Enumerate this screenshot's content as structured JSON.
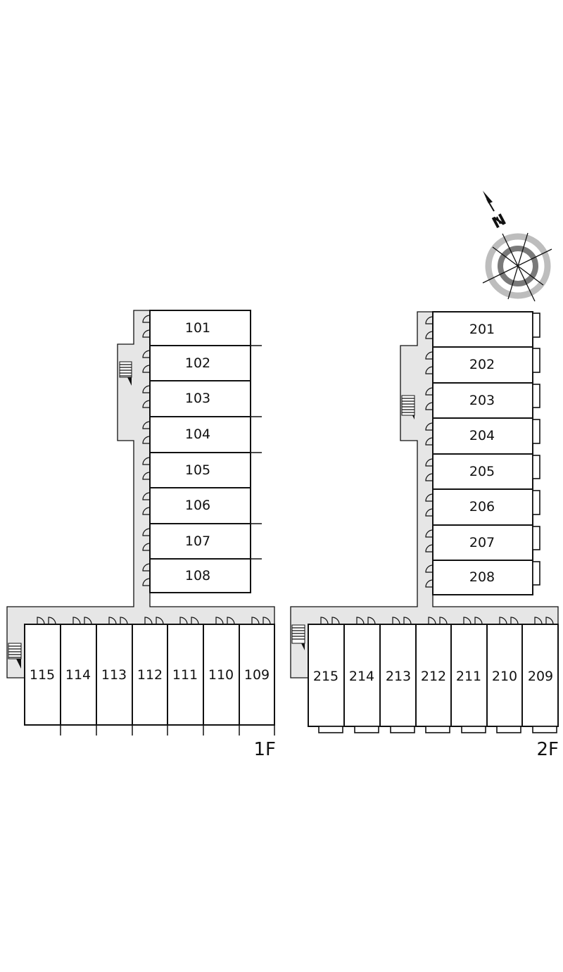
{
  "floors": [
    {
      "label": "1F",
      "vertical_rooms": [
        "101",
        "102",
        "103",
        "104",
        "105",
        "106",
        "107",
        "108"
      ],
      "horizontal_rooms": [
        "115",
        "114",
        "113",
        "112",
        "111",
        "110",
        "109"
      ]
    },
    {
      "label": "2F",
      "vertical_rooms": [
        "201",
        "202",
        "203",
        "204",
        "205",
        "206",
        "207",
        "208"
      ],
      "horizontal_rooms": [
        "215",
        "214",
        "213",
        "212",
        "211",
        "210",
        "209"
      ]
    }
  ],
  "compass": {
    "north_label": "N",
    "icon": "compass-icon"
  },
  "colors": {
    "line": "#111111",
    "corridor_fill": "#e6e6e6",
    "compass_dark": "#7a7a7a",
    "compass_light": "#bdbdbd"
  }
}
